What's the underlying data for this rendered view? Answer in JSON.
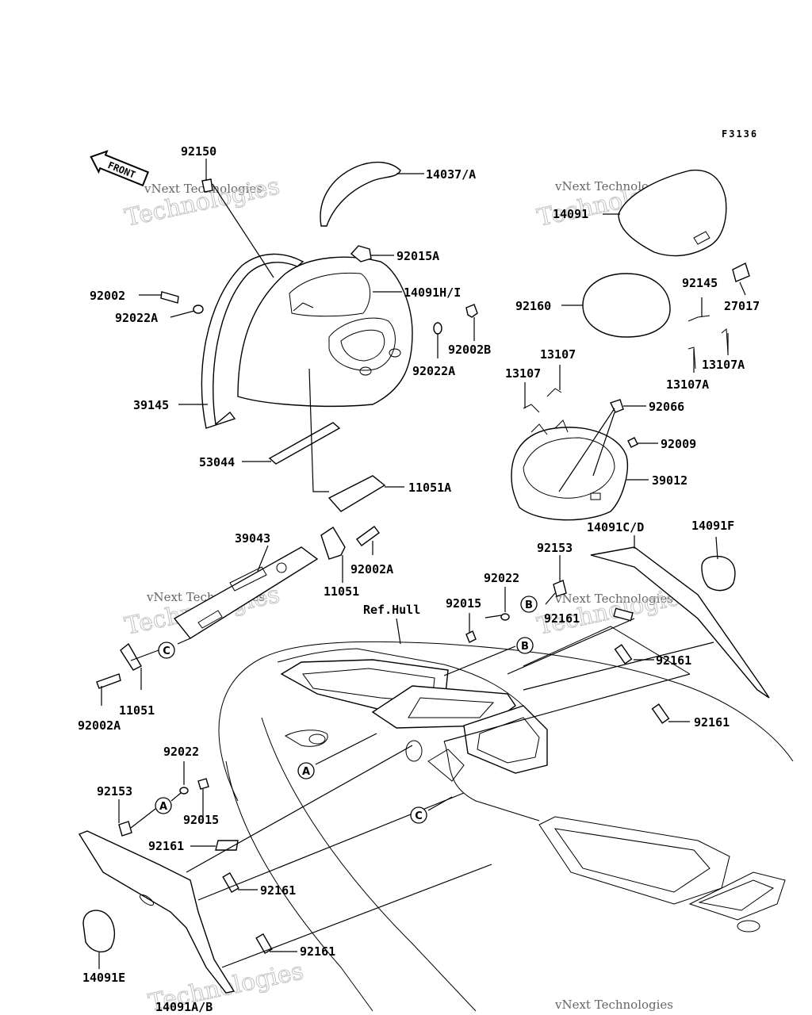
{
  "figure_code": "F3136",
  "front_label": "FRONT",
  "watermark": {
    "line1": "vNext Technologies",
    "line2": "Technologies"
  },
  "ref_hull": "Ref.Hull",
  "part_labels": {
    "p92150": "92150",
    "p14037": "14037/A",
    "p92015A": "92015A",
    "p14091HI": "14091H/I",
    "p92002": "92002",
    "p92022A_left": "92022A",
    "p92002B": "92002B",
    "p92022A_right": "92022A",
    "p39145": "39145",
    "p53044": "53044",
    "p11051A": "11051A",
    "p39043": "39043",
    "p92002A_top": "92002A",
    "p11051_top": "11051",
    "p11051_bottom": "11051",
    "p92002A_bottom": "92002A",
    "p14091": "14091",
    "p92160": "92160",
    "p92145": "92145",
    "p27017": "27017",
    "p13107_a": "13107",
    "p13107_b": "13107",
    "p13107A_a": "13107A",
    "p13107A_b": "13107A",
    "p92066": "92066",
    "p92009": "92009",
    "p39012": "39012",
    "p14091CD": "14091C/D",
    "p14091F": "14091F",
    "p92153_top": "92153",
    "p92022_top": "92022",
    "p92015_top": "92015",
    "p92161_a": "92161",
    "p92161_b": "92161",
    "p92161_c": "92161",
    "p92022_bottom": "92022",
    "p92153_bottom": "92153",
    "p92015_bottom": "92015",
    "p92161_d": "92161",
    "p92161_e": "92161",
    "p92161_f": "92161",
    "p14091E": "14091E",
    "p14091AB": "14091A/B"
  },
  "callouts": {
    "A": "A",
    "B": "B",
    "C": "C"
  }
}
